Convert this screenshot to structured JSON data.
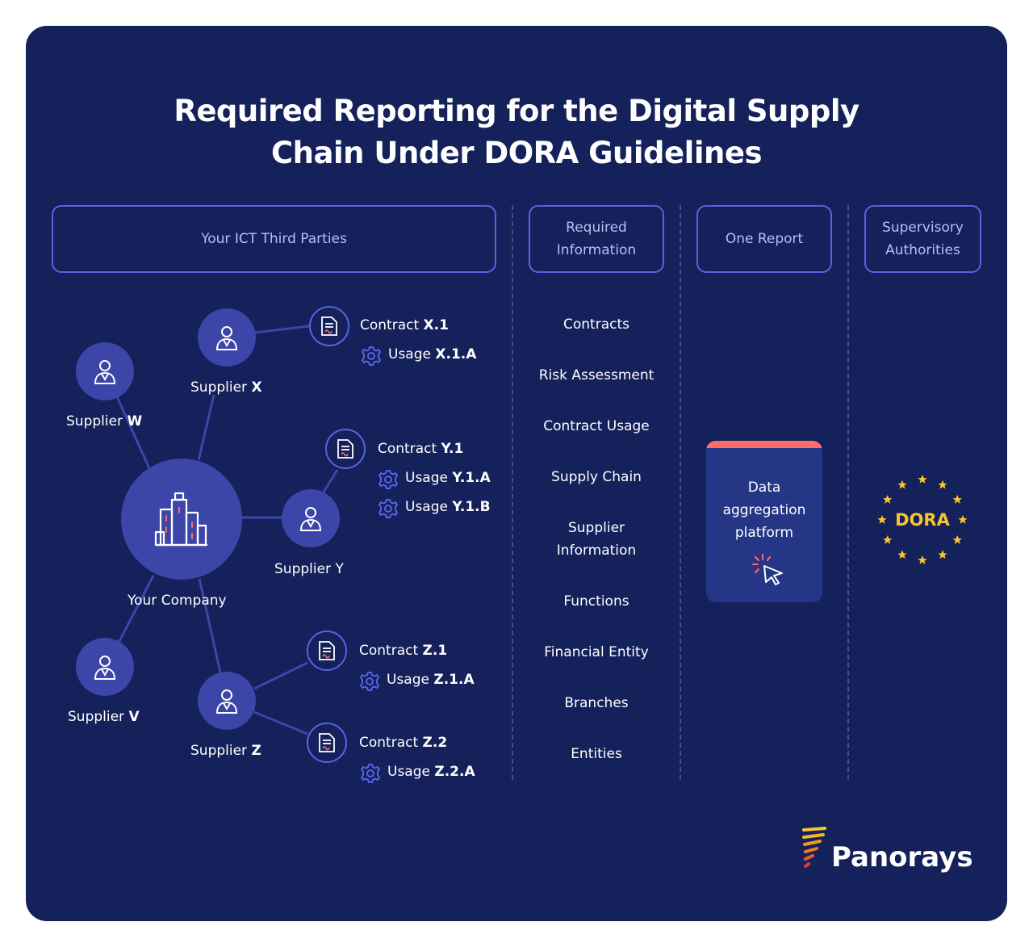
{
  "title": {
    "line1": "Required Reporting for the Digital Supply",
    "line2": "Chain Under DORA Guidelines"
  },
  "headers": {
    "third_parties": "Your ICT Third Parties",
    "required_line1": "Required",
    "required_line2": "Information",
    "one_report": "One Report",
    "supervisory_line1": "Supervisory",
    "supervisory_line2": "Authorities"
  },
  "company": {
    "label": "Your Company"
  },
  "suppliers": {
    "w": {
      "prefix": "Supplier ",
      "code": "W"
    },
    "x": {
      "prefix": "Supplier ",
      "code": "X"
    },
    "y": {
      "prefix": "Supplier ",
      "code": "Y"
    },
    "v": {
      "prefix": "Supplier ",
      "code": "V"
    },
    "z": {
      "prefix": "Supplier ",
      "code": "Z"
    }
  },
  "contracts": {
    "x1": {
      "prefix": "Contract ",
      "code": "X.1"
    },
    "y1": {
      "prefix": "Contract ",
      "code": "Y.1"
    },
    "z1": {
      "prefix": "Contract ",
      "code": "Z.1"
    },
    "z2": {
      "prefix": "Contract ",
      "code": "Z.2"
    }
  },
  "usages": {
    "x1a": {
      "prefix": "Usage ",
      "code": "X.1.A"
    },
    "y1a": {
      "prefix": "Usage ",
      "code": "Y.1.A"
    },
    "y1b": {
      "prefix": "Usage ",
      "code": "Y.1.B"
    },
    "z1a": {
      "prefix": "Usage ",
      "code": "Z.1.A"
    },
    "z2a": {
      "prefix": "Usage ",
      "code": "Z.2.A"
    }
  },
  "required_info": {
    "contracts": "Contracts",
    "risk": "Risk Assessment",
    "usage": "Contract Usage",
    "supply_chain": "Supply Chain",
    "supplier_line1": "Supplier",
    "supplier_line2": "Information",
    "functions": "Functions",
    "financial": "Financial Entity",
    "branches": "Branches",
    "entities": "Entities"
  },
  "platform": {
    "line1": "Data",
    "line2": "aggregation",
    "line3": "platform"
  },
  "dora": {
    "label": "DORA"
  },
  "brand": {
    "name": "Panorays"
  },
  "colors": {
    "background": "#14215a",
    "node": "#3c46a8",
    "border": "#5763e2",
    "accent_red": "#ff6b6b",
    "dora_gold": "#f7c62f",
    "brand_orange": "#f39a1e"
  }
}
